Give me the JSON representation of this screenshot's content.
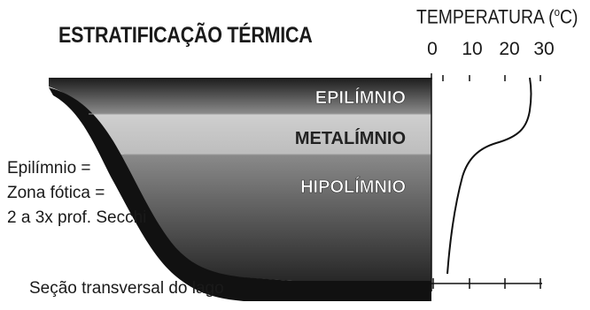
{
  "title": "ESTRATIFICAÇÃO TÉRMICA",
  "temperature_axis": {
    "label": "TEMPERATURA (",
    "unit_sup": "o",
    "unit": "C)",
    "ticks": [
      "0",
      "10",
      "20",
      "30"
    ]
  },
  "layers": {
    "epilimnion": "EPILÍMNIO",
    "metalimnion": "METALÍMNIO",
    "hypolimnion": "HIPOLÍMNIO"
  },
  "side_note": {
    "line1": "Epilímnio =",
    "line2": "Zona fótica =",
    "line3": "2 a 3x prof. Secchi"
  },
  "section_label": "Seção transversal do lago",
  "colors": {
    "epilimnion_top": "#202020",
    "epilimnion_bottom": "#8a8a8a",
    "metalimnion": "#c8c8c8",
    "hypolimnion_top": "#7a7a7a",
    "hypolimnion_bottom": "#2a2a2a",
    "lake_bottom": "#111111"
  }
}
